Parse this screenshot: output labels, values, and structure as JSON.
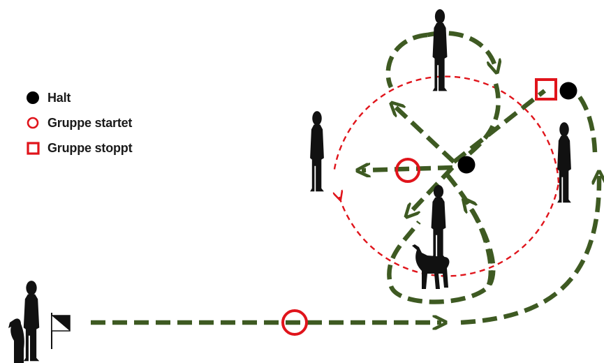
{
  "legend": {
    "halt": "Halt",
    "group_start": "Gruppe startet",
    "group_stop": "Gruppe stoppt"
  },
  "colors": {
    "path": "#3e5a22",
    "marker_red": "#e0141b",
    "halt": "#000000",
    "figure": "#111111"
  },
  "icons": [
    "person-icon",
    "dog-icon",
    "flag-icon",
    "halt-dot-icon",
    "start-circle-icon",
    "stop-square-icon"
  ]
}
